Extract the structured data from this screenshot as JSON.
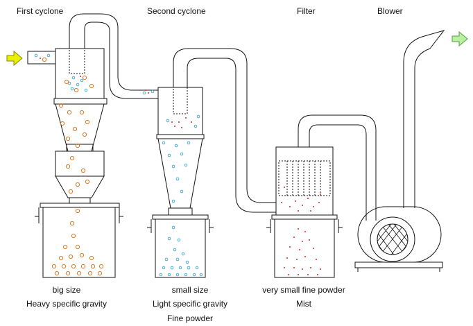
{
  "headings": {
    "first_cyclone": "First cyclone",
    "second_cyclone": "Second cyclone",
    "filter": "Filter",
    "blower": "Blower"
  },
  "captions": {
    "first": [
      "big size",
      "Heavy specific gravity"
    ],
    "second": [
      "small size",
      "Light specific gravity",
      "Fine powder"
    ],
    "filter": [
      "very small fine powder",
      "Mist"
    ]
  },
  "colors": {
    "line": "#111111",
    "big_particle": "#e8751a",
    "small_particle": "#3aa6d6",
    "fine_particle": "#e02020",
    "inlet_arrow": "#e8f000",
    "outlet_arrow": "#b8f0a0"
  }
}
